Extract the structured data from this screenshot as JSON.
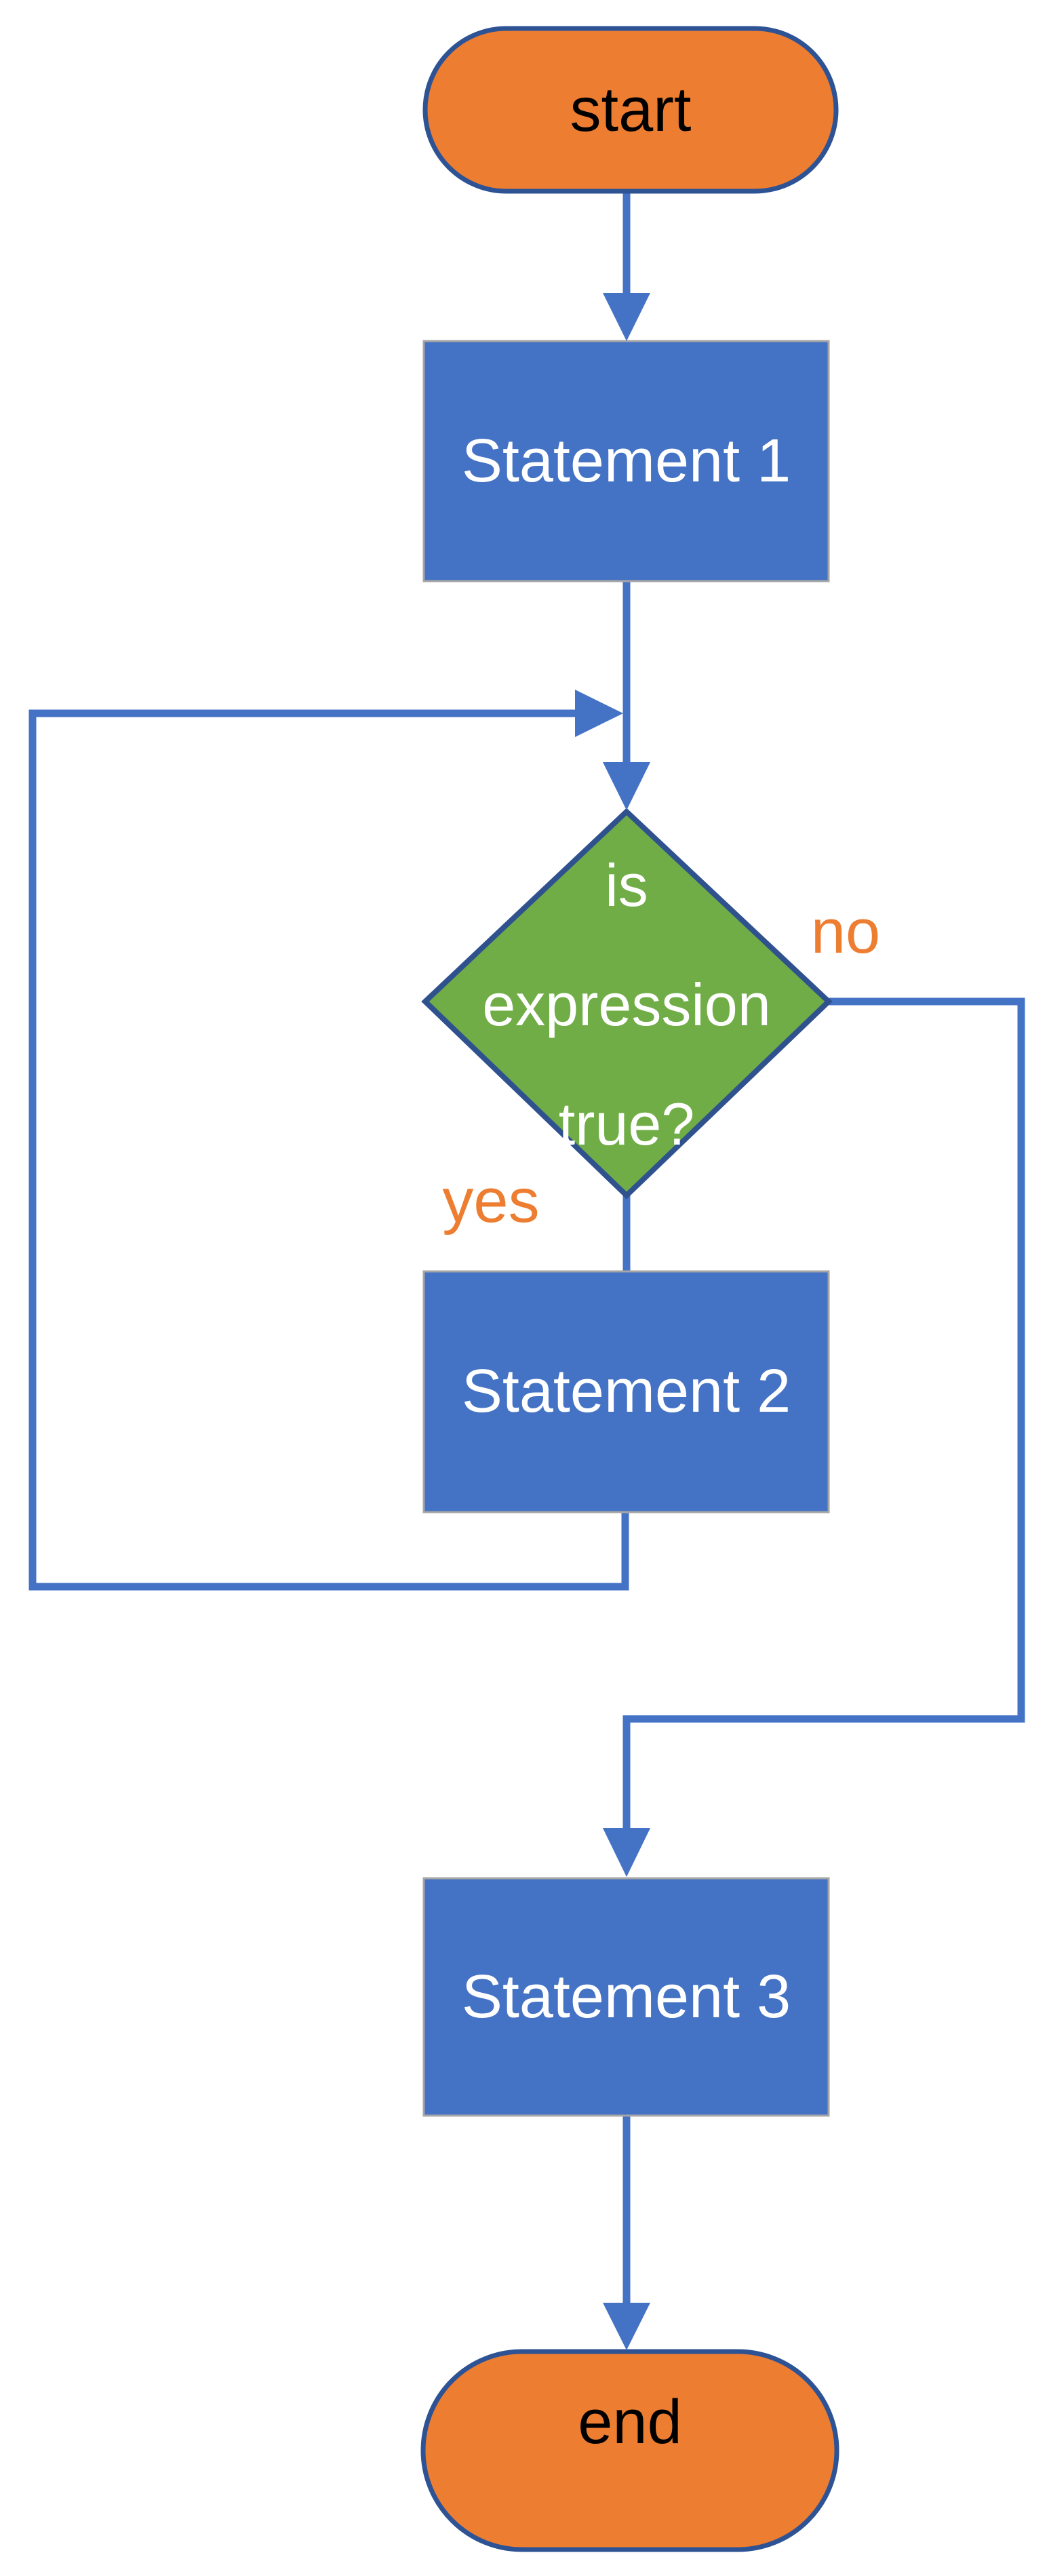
{
  "diagram": {
    "nodes": {
      "start": {
        "label": "start",
        "type": "terminator"
      },
      "statement1": {
        "label": "Statement 1",
        "type": "process"
      },
      "decision": {
        "label": "is expression true?",
        "label_lines": [
          "is",
          "expression",
          "true?"
        ],
        "type": "decision"
      },
      "statement2": {
        "label": "Statement 2",
        "type": "process"
      },
      "statement3": {
        "label": "Statement 3",
        "type": "process"
      },
      "end": {
        "label": "end",
        "type": "terminator"
      }
    },
    "edge_labels": {
      "yes": "yes",
      "no": "no"
    },
    "colors": {
      "background": "#FFFFFF",
      "node_fill_terminator": "#ED7D31",
      "node_fill_process": "#4472C4",
      "node_fill_decision": "#70AD47",
      "terminator_border": "#2E5395",
      "process_border": "#A6A6A6",
      "decision_border": "#2F528F",
      "connector": "#4472C4",
      "edge_label": "#ED7D31",
      "terminator_text": "#000000",
      "process_text": "#FFFFFF",
      "decision_text": "#FFFFFF"
    }
  }
}
